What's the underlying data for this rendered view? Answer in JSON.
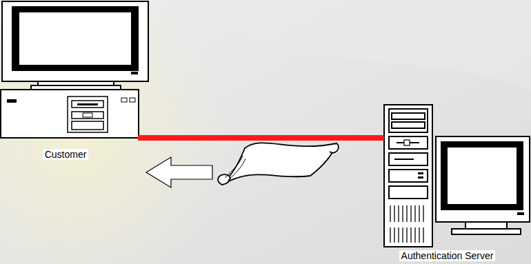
{
  "diagram": {
    "nodes": [
      {
        "text": [
          "Customer"
        ]
      },
      {
        "text": [
          "Authentication Server"
        ]
      }
    ],
    "edges": [
      {
        "from": 0,
        "to": 1,
        "arrow": "none"
      }
    ]
  }
}
